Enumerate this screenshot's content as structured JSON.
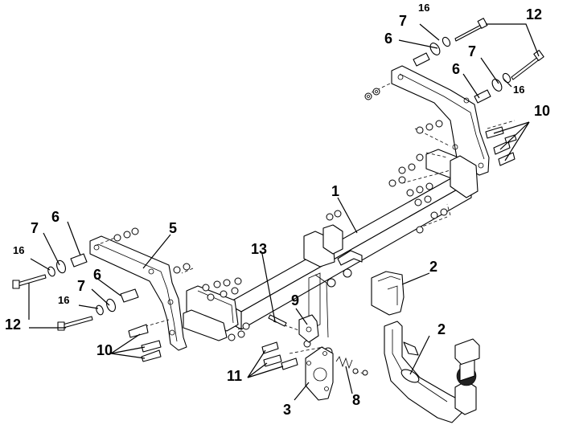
{
  "diagram": {
    "labels": {
      "l1": "1",
      "l2a": "2",
      "l2b": "2",
      "l3": "3",
      "l5": "5",
      "l6a": "6",
      "l6b": "6",
      "l6c": "6",
      "l6d": "6",
      "l7a": "7",
      "l7b": "7",
      "l7c": "7",
      "l7d": "7",
      "l8": "8",
      "l9": "9",
      "l10a": "10",
      "l10b": "10",
      "l11": "11",
      "l12a": "12",
      "l12b": "12",
      "l13": "13",
      "l16a": "16",
      "l16b": "16",
      "l16c": "16",
      "l16d": "16"
    }
  }
}
